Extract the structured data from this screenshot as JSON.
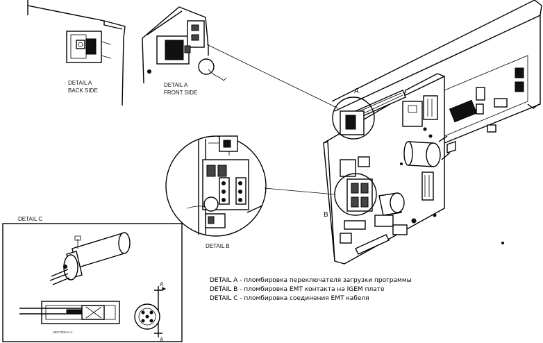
{
  "labels": {
    "detail_a_back": [
      "DETAIL A",
      "BACK SIDE"
    ],
    "detail_a_front": [
      "DETAIL A",
      "FRONT SIDE"
    ],
    "detail_b": "DETAIL B",
    "detail_c": "DETAIL C",
    "callout_a": "A",
    "callout_b": "B",
    "section_mark_a_top": "A",
    "section_mark_a_bottom": "A",
    "section_caption": "SECTION A-A"
  },
  "legend": [
    "DETAIL A - пломбировка переключателя загрузки программы",
    "DETAIL B - пломбировка EMT контакта на IGEM плате",
    "DETAIL C - пломбировка соединения EMT кабеля"
  ]
}
